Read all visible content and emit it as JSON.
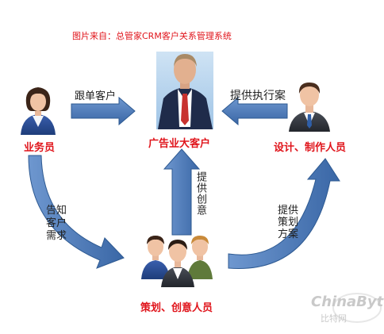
{
  "credit": "图片来自：总管家CRM客户关系管理系统",
  "nodes": {
    "center": "广告业大客户",
    "sales": "业务员",
    "design": "设计、制作人员",
    "planning": "策划、创意人员"
  },
  "edges": {
    "sales_to_center": "跟单客户",
    "design_to_center": "提供执行案",
    "planning_to_center": "提供创意",
    "sales_to_planning": "告知\n客户\n需求",
    "planning_to_design": "提供\n策划\n方案"
  },
  "watermark": {
    "brand": "ChinaByte",
    "sub": "比特网"
  },
  "colors": {
    "node_label": "#e0141b",
    "arrow_fill": "#4a78b5",
    "arrow_stroke": "#2e5a92"
  }
}
